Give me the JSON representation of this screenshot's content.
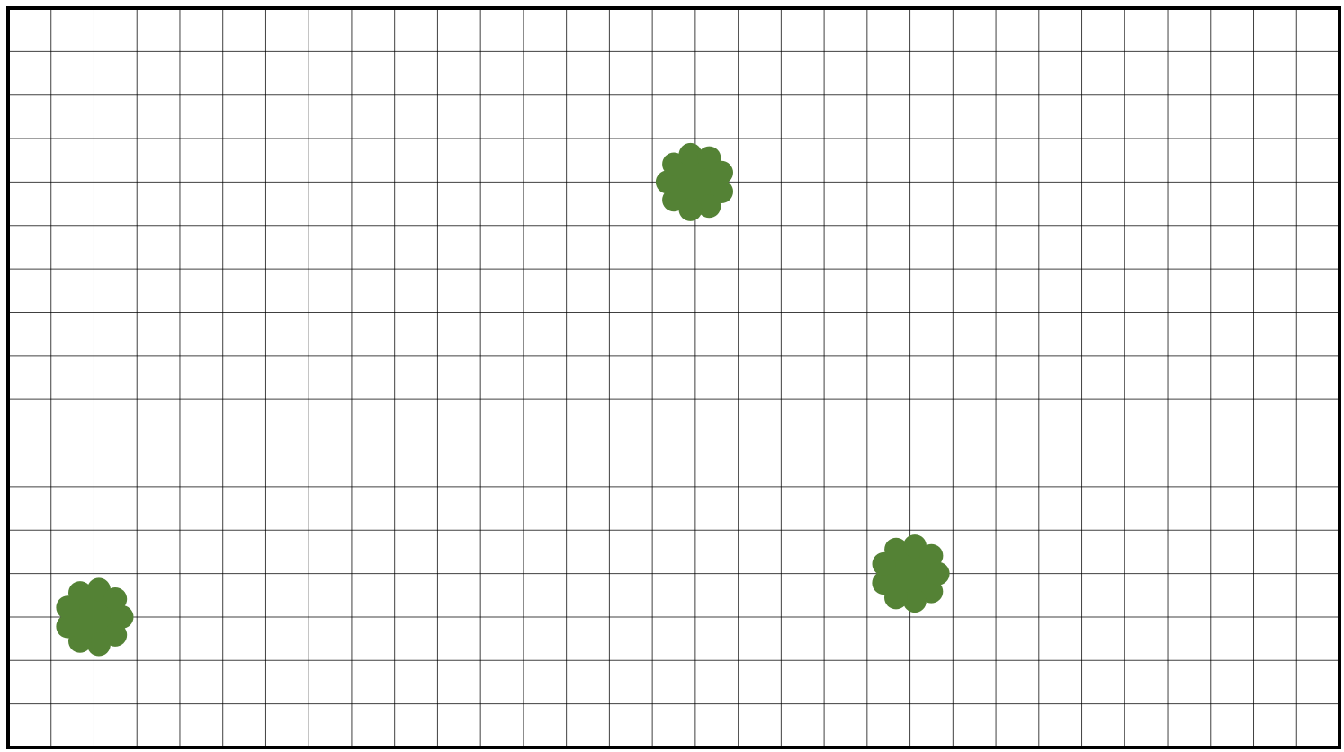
{
  "board": {
    "columns": 31,
    "rows": 17,
    "background_color": "#ffffff",
    "grid_line_color": "#000000",
    "border_color": "#000000",
    "tree_color": "#548235"
  },
  "trees": [
    {
      "name": "tree-1",
      "icon": "bush-icon",
      "col": 2,
      "row": 14
    },
    {
      "name": "tree-2",
      "icon": "bush-icon",
      "col": 16,
      "row": 4
    },
    {
      "name": "tree-3",
      "icon": "bush-icon",
      "col": 21,
      "row": 13
    }
  ]
}
